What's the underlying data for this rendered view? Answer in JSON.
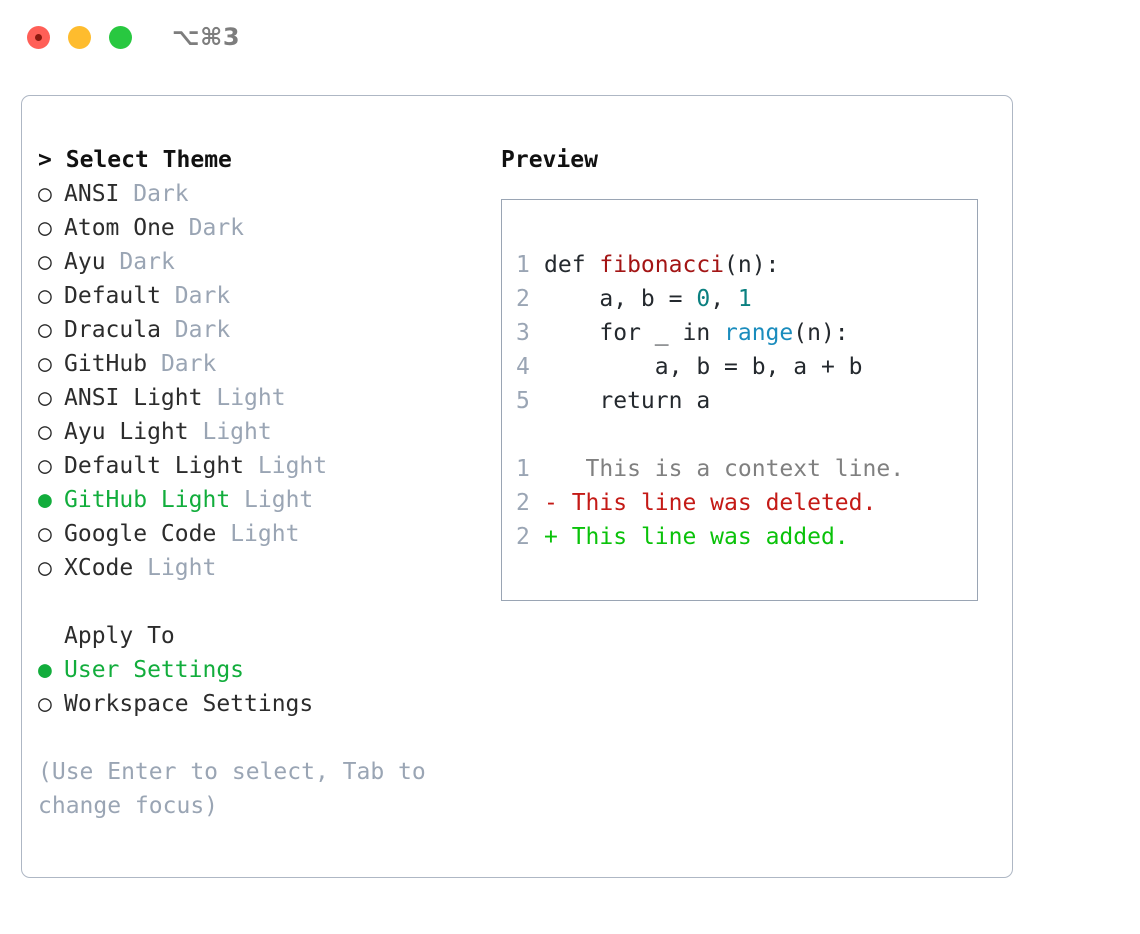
{
  "window": {
    "traffic_lights": [
      "close",
      "minimize",
      "maximize"
    ],
    "shortcut": "⌥⌘3",
    "colors": {
      "close": "#ff5f57",
      "minimize": "#febc2e",
      "maximize": "#28c840",
      "accent_green": "#12ad3c",
      "muted": "#9aa5b4",
      "border": "#aeb7c4",
      "panel_border": "#9aa5b4"
    }
  },
  "theme_picker": {
    "prompt": ">",
    "title": "Select Theme",
    "marker_selected": "●",
    "marker_unselected": "○",
    "items": [
      {
        "marker": "○",
        "label": "ANSI",
        "tag": "Dark",
        "selected": false
      },
      {
        "marker": "○",
        "label": "Atom One",
        "tag": "Dark",
        "selected": false
      },
      {
        "marker": "○",
        "label": "Ayu",
        "tag": "Dark",
        "selected": false
      },
      {
        "marker": "○",
        "label": "Default",
        "tag": "Dark",
        "selected": false
      },
      {
        "marker": "○",
        "label": "Dracula",
        "tag": "Dark",
        "selected": false
      },
      {
        "marker": "○",
        "label": "GitHub",
        "tag": "Dark",
        "selected": false
      },
      {
        "marker": "○",
        "label": "ANSI Light",
        "tag": "Light",
        "selected": false
      },
      {
        "marker": "○",
        "label": "Ayu Light",
        "tag": "Light",
        "selected": false
      },
      {
        "marker": "○",
        "label": "Default Light",
        "tag": "Light",
        "selected": false
      },
      {
        "marker": "●",
        "label": "GitHub Light",
        "tag": "Light",
        "selected": true
      },
      {
        "marker": "○",
        "label": "Google Code",
        "tag": "Light",
        "selected": false
      },
      {
        "marker": "○",
        "label": "XCode",
        "tag": "Light",
        "selected": false
      }
    ]
  },
  "apply_to": {
    "title": "Apply To",
    "items": [
      {
        "marker": "●",
        "label": "User Settings",
        "selected": true
      },
      {
        "marker": "○",
        "label": "Workspace Settings",
        "selected": false
      }
    ]
  },
  "hint": "(Use Enter to select, Tab to change focus)",
  "preview": {
    "title": "Preview",
    "code_lines": [
      {
        "no": "1",
        "tokens": [
          {
            "t": "def ",
            "k": "plain"
          },
          {
            "t": "fibonacci",
            "k": "fn"
          },
          {
            "t": "(n):",
            "k": "plain"
          }
        ]
      },
      {
        "no": "2",
        "tokens": [
          {
            "t": "    a, b = ",
            "k": "plain"
          },
          {
            "t": "0",
            "k": "num"
          },
          {
            "t": ", ",
            "k": "plain"
          },
          {
            "t": "1",
            "k": "num"
          }
        ]
      },
      {
        "no": "3",
        "tokens": [
          {
            "t": "    for _ in ",
            "k": "plain"
          },
          {
            "t": "range",
            "k": "builtin"
          },
          {
            "t": "(n):",
            "k": "plain"
          }
        ]
      },
      {
        "no": "4",
        "tokens": [
          {
            "t": "        a, b = b, a + b",
            "k": "plain"
          }
        ]
      },
      {
        "no": "5",
        "tokens": [
          {
            "t": "    return a",
            "k": "plain"
          }
        ]
      }
    ],
    "diff_lines": [
      {
        "no": "1",
        "sign": " ",
        "text": "  This is a context line.",
        "kind": "context"
      },
      {
        "no": "2",
        "sign": "-",
        "text": " This line was deleted.",
        "kind": "deleted"
      },
      {
        "no": "2",
        "sign": "+",
        "text": " This line was added.",
        "kind": "added"
      }
    ]
  }
}
